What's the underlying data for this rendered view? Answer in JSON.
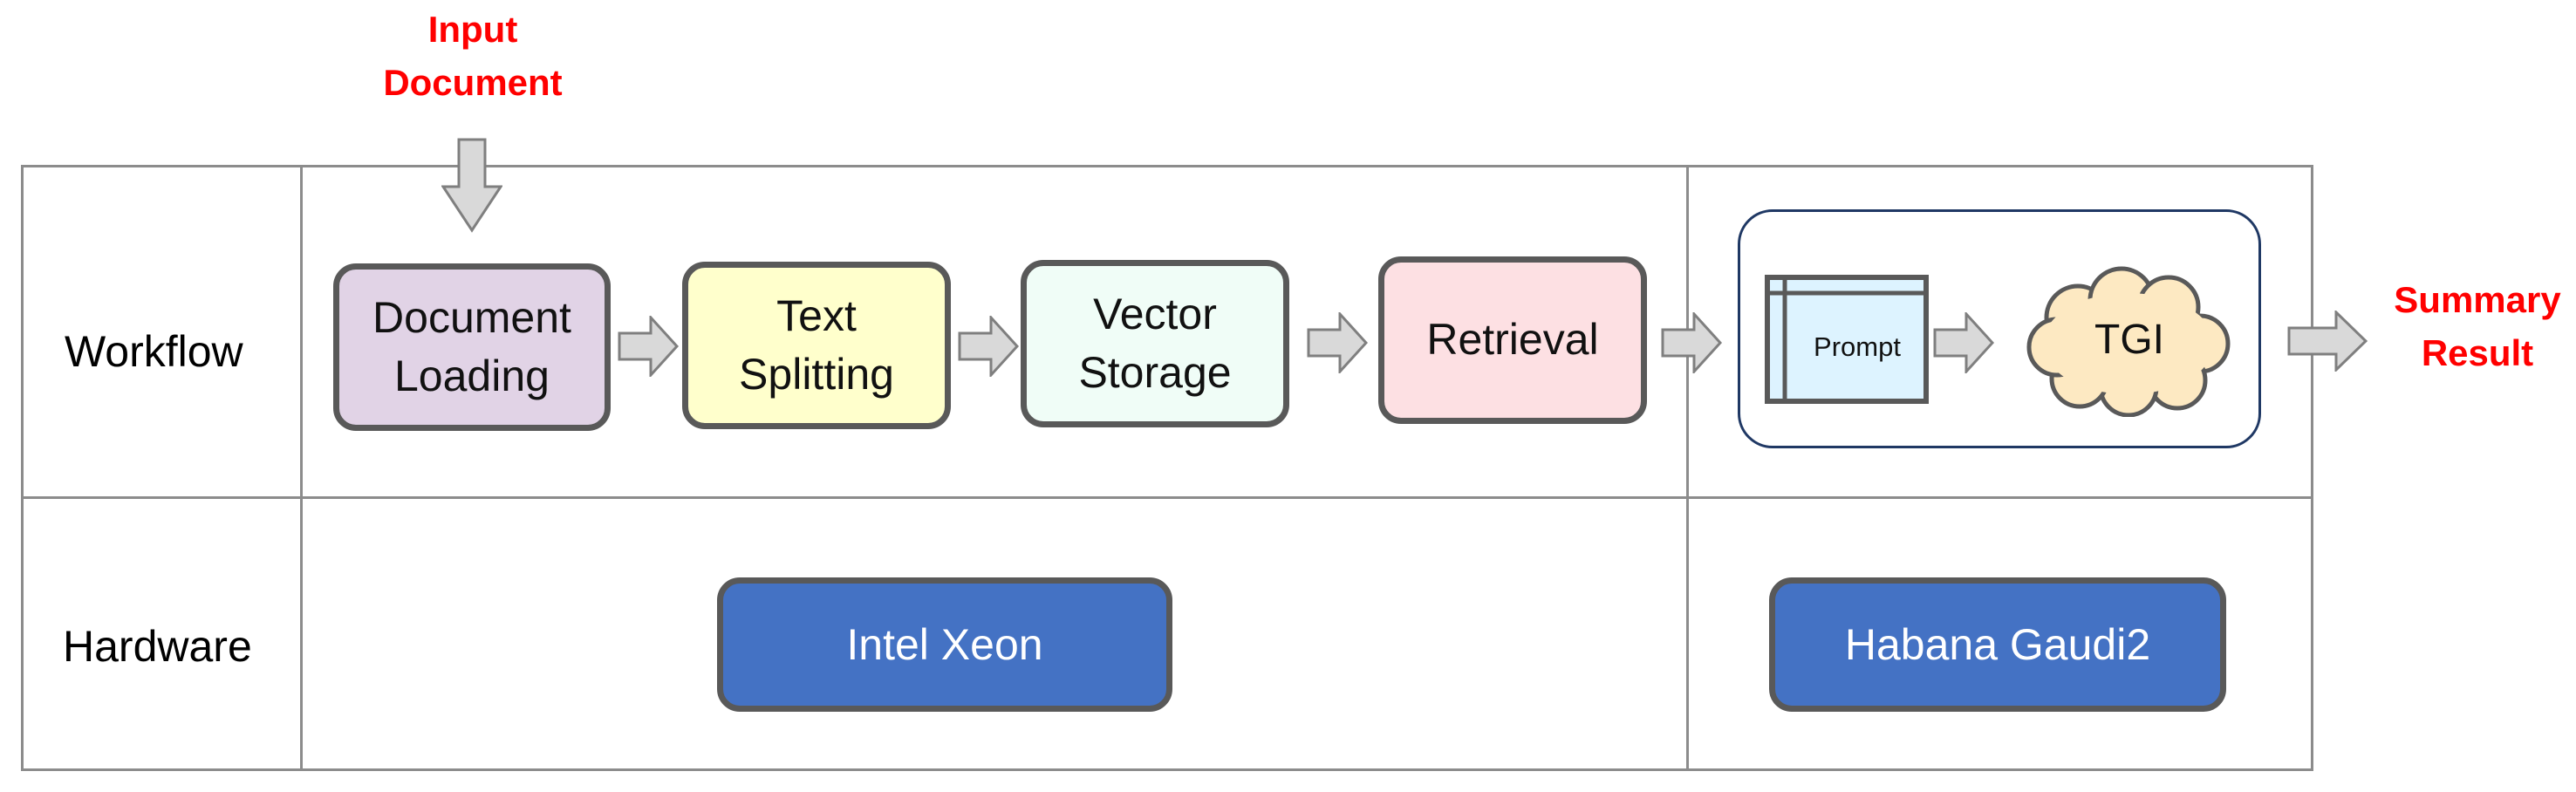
{
  "input_label": "Input\nDocument",
  "output_label": "Summary\nResult",
  "rows": {
    "workflow": "Workflow",
    "hardware": "Hardware"
  },
  "workflow_steps": [
    {
      "label": "Document\nLoading",
      "fill": "#e1d3e6"
    },
    {
      "label": "Text\nSplitting",
      "fill": "#ffffcc"
    },
    {
      "label": "Vector\nStorage",
      "fill": "#f0fdf7"
    },
    {
      "label": "Retrieval",
      "fill": "#fde0e3"
    }
  ],
  "llm_group": {
    "prompt_label": "Prompt",
    "tgi_label": "TGI",
    "prompt_fill": "#ddf3ff",
    "tgi_fill": "#fde9c2"
  },
  "hardware": {
    "cpu": "Intel Xeon",
    "accelerator": "Habana Gaudi2"
  },
  "colors": {
    "label_red": "#ff0000",
    "hardware_blue": "#4472c4",
    "arrow_gray": "#d9d9d9"
  }
}
